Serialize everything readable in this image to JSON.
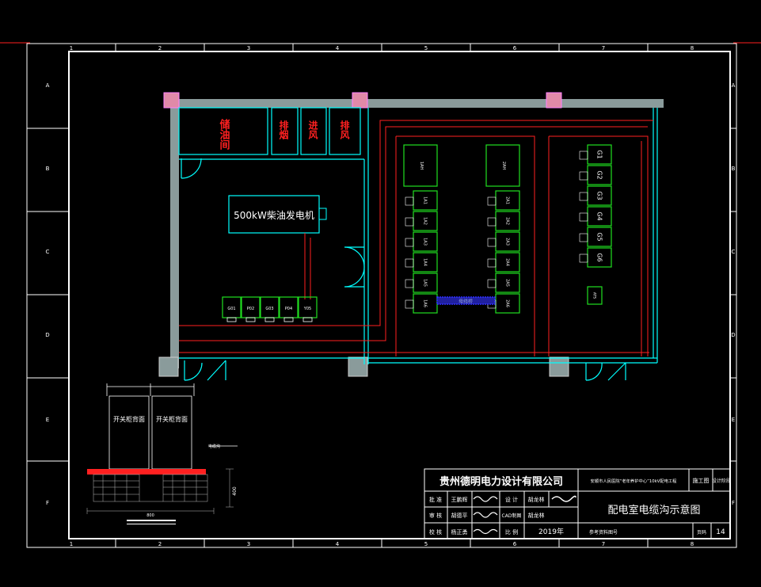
{
  "colors": {
    "border": "#ffffff",
    "wall": "#8a9b9b",
    "cyan": "#00ffff",
    "red": "#ff2020",
    "green": "#20e020",
    "pink": "#ff80ff",
    "yellow": "#ffff00",
    "blue": "#3030ff"
  },
  "grid": {
    "columns": [
      "1",
      "2",
      "3",
      "4",
      "5",
      "6",
      "7",
      "8"
    ],
    "rows": [
      "A",
      "B",
      "C",
      "D",
      "E",
      "F"
    ]
  },
  "rooms": {
    "oil_room": "储油间",
    "exhaust": "排烟",
    "air_in": "进风",
    "air_out": "排风",
    "generator": "500kW柴油发电机"
  },
  "gen_panels": [
    "G01",
    "P02",
    "G03",
    "P04",
    "Y05"
  ],
  "left_cabinet": {
    "top": "1AH",
    "units": [
      "1A1",
      "1A2",
      "1A3",
      "1A4",
      "1A5",
      "1A6"
    ]
  },
  "mid_cabinet": {
    "top": "2AH",
    "units": [
      "2A1",
      "2A2",
      "2A3",
      "2A4",
      "2A5",
      "2A6"
    ]
  },
  "right_cabinet": {
    "units": [
      "G1",
      "G2",
      "G3",
      "G4",
      "G5",
      "G6"
    ],
    "bottom": "ATS"
  },
  "busway_label": "母线桥",
  "section_detail": {
    "left_label": "开关柜背面",
    "right_label": "开关柜背面",
    "note": "电缆沟",
    "dim_depth": "400",
    "dim_width": "800"
  },
  "title_block": {
    "company": "贵州德明电力设计有限公司",
    "project": "安顺市人民医院“老年养护中心”10kV配电工程",
    "stage": "施工图",
    "design_number_label": "设计阶段",
    "drawing_title": "配电室电缆沟示意图",
    "row1": [
      "批 准",
      "王鹏辉",
      "",
      "设 计",
      "胡龙林"
    ],
    "row2": [
      "审 核",
      "胡德平",
      "",
      "CAD制图",
      "胡龙林"
    ],
    "row3": [
      "校 核",
      "杨正勇",
      "",
      "比 例",
      ""
    ],
    "date": "2019年",
    "ref_label": "参考资料图号",
    "page_label": "页码",
    "page_number": "14"
  }
}
